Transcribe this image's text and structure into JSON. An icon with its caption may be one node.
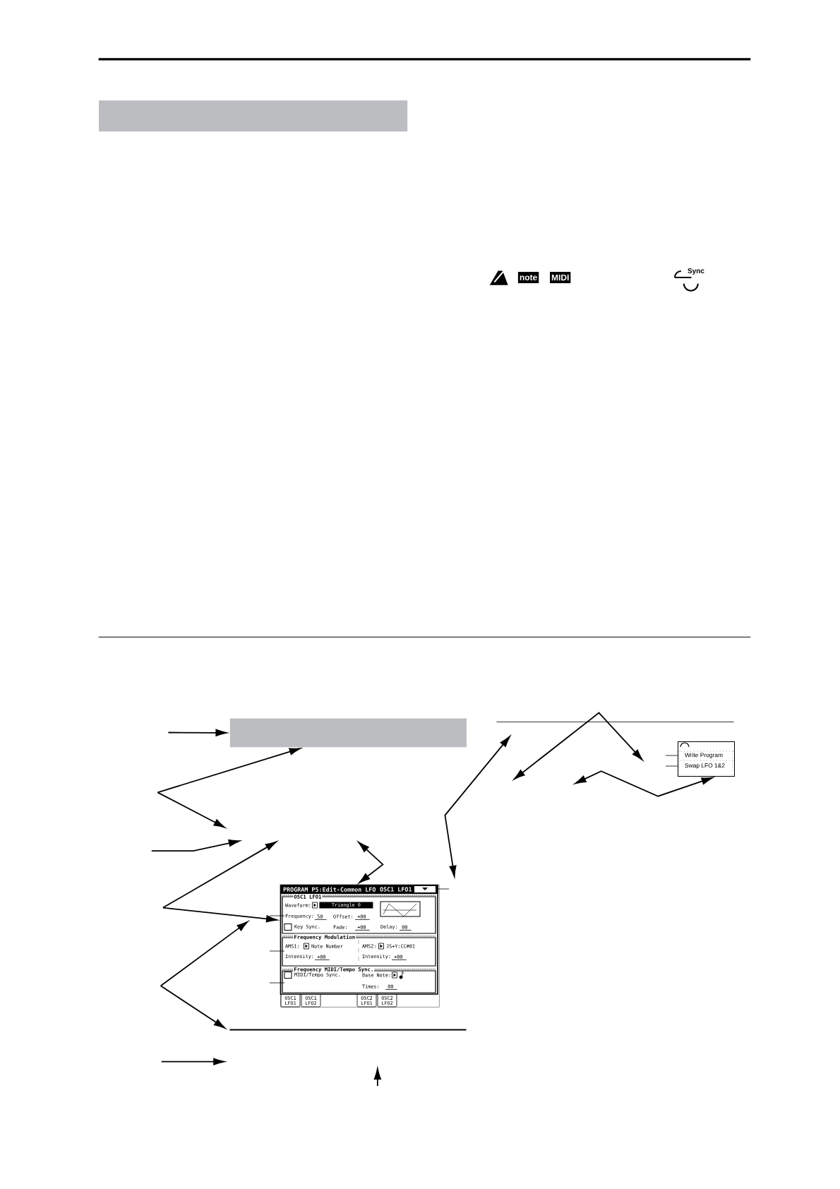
{
  "diagram": {
    "nodes": [
      {
        "text": [],
        "shape": "box"
      },
      {
        "text": [],
        "shape": "box"
      },
      {
        "text": [
          "PROGRAM P5:Edit-Common LFO",
          "OSC1 LFO1",
          "OSC1 LFO1",
          "Waveform:",
          "Triangle 0",
          "Frequency:",
          "50",
          "Offset:",
          "+00",
          "Key Sync.",
          "Fade:",
          "+00",
          "Delay:",
          "00",
          "Frequency Modulation",
          "AMS1:",
          "Note Number",
          "AMS2:",
          "JS+Y:CC#01",
          "Intensity:",
          "+00",
          "Intensity:",
          "+00",
          "Frequency MIDI/Tempo Sync.",
          "MIDI/Tempo Sync.",
          "Base Note:",
          "Times:",
          "00",
          "OSC1 LFO1",
          "OSC1 LFO2",
          "OSC2 LFO1",
          "OSC2 LFO2"
        ]
      },
      {
        "text": [
          "Write Program",
          "Swap LFO 1&2"
        ]
      }
    ],
    "edges": [
      {
        "from": null,
        "to": 1,
        "arrow": "to"
      },
      {
        "from": null,
        "to": 1,
        "arrow": "to"
      },
      {
        "from": null,
        "to": 2,
        "arrow": "to"
      },
      {
        "from": null,
        "to": 2,
        "arrow": "both"
      },
      {
        "from": null,
        "to": 3,
        "arrow": "both"
      }
    ],
    "labels": [
      "note",
      "MIDI",
      "Sync"
    ]
  }
}
